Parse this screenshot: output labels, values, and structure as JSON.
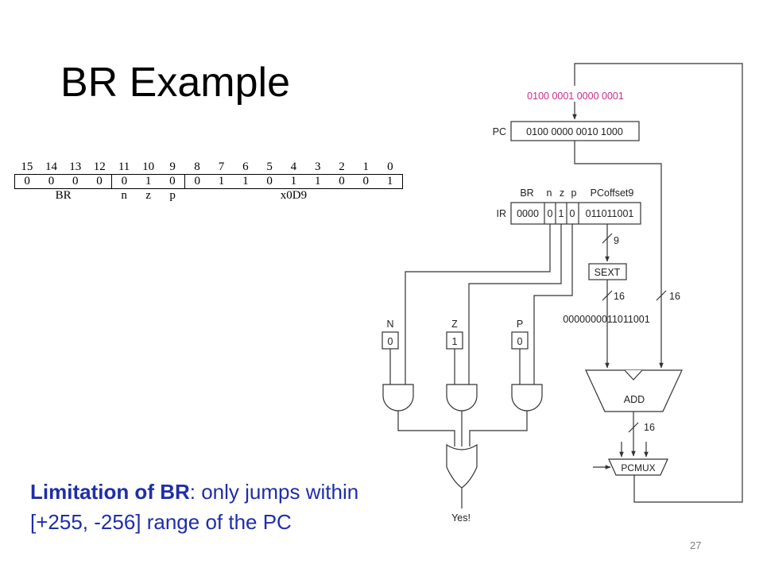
{
  "slide": {
    "title": "BR Example",
    "page_number": "27",
    "note_bold": "Limitation of BR",
    "note_rest": ": only jumps within",
    "note_line2": "[+255, -256] range of the PC"
  },
  "instruction": {
    "bit_positions": [
      "15",
      "14",
      "13",
      "12",
      "11",
      "10",
      "9",
      "8",
      "7",
      "6",
      "5",
      "4",
      "3",
      "2",
      "1",
      "0"
    ],
    "bit_values": [
      "0",
      "0",
      "0",
      "0",
      "0",
      "1",
      "0",
      "0",
      "1",
      "1",
      "0",
      "1",
      "1",
      "0",
      "0",
      "1"
    ],
    "field_labels": {
      "br": "BR",
      "n": "n",
      "z": "z",
      "p": "p",
      "offset": "x0D9"
    }
  },
  "datapath": {
    "pc_new_value": "0100 0001 0000 0001",
    "pc_label": "PC",
    "pc_value": "0100 0000 0010 1000",
    "ir_label": "IR",
    "ir_field_headers": {
      "br": "BR",
      "n": "n",
      "z": "z",
      "p": "p",
      "offset": "PCoffset9"
    },
    "ir_fields": {
      "opcode": "0000",
      "n": "0",
      "z": "1",
      "p": "0",
      "offset": "011011001"
    },
    "bus_width_offset": "9",
    "bus_width_sext": "16",
    "bus_width_pc": "16",
    "bus_width_add": "16",
    "sext_label": "SEXT",
    "sext_output": "0000000011011001",
    "add_label": "ADD",
    "pcmux_label": "PCMUX",
    "flags": [
      {
        "name": "N",
        "value": "0"
      },
      {
        "name": "Z",
        "value": "1"
      },
      {
        "name": "P",
        "value": "0"
      }
    ],
    "result_label": "Yes!",
    "colors": {
      "pc_new_value": "#cc2a8a",
      "note": "#1f2ea8"
    }
  }
}
